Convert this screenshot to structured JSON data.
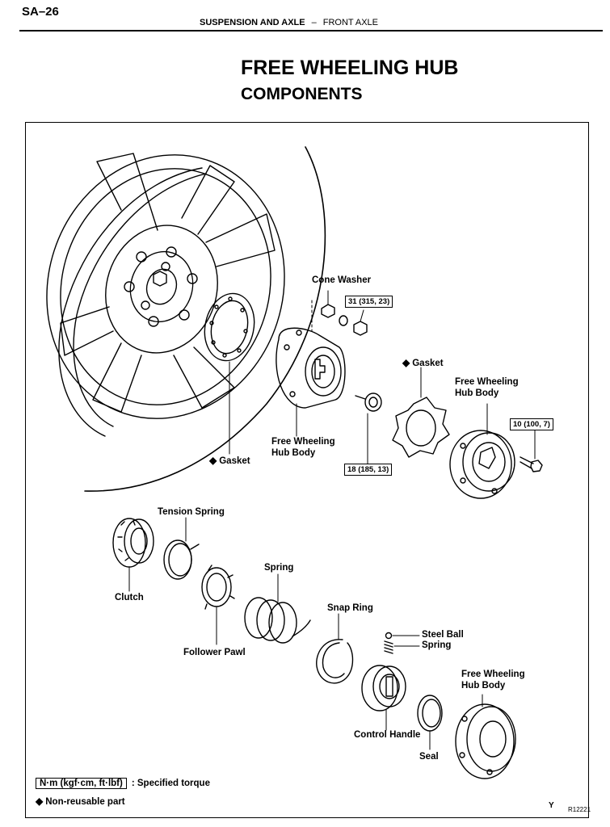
{
  "header": {
    "page_number": "SA–26",
    "section": "SUSPENSION AND AXLE",
    "separator": "–",
    "subsection": "FRONT AXLE"
  },
  "title": "FREE WHEELING HUB",
  "subtitle": "COMPONENTS",
  "diagram": {
    "labels": {
      "cone_washer": "Cone Washer",
      "gasket_upper": "Gasket",
      "free_wheeling_hub_body_right": "Free Wheeling\nHub Body",
      "free_wheeling_hub_body_center": "Free Wheeling\nHub Body",
      "gasket_lower": "Gasket",
      "tension_spring": "Tension Spring",
      "clutch": "Clutch",
      "spring_main": "Spring",
      "follower_pawl": "Follower Pawl",
      "snap_ring": "Snap Ring",
      "steel_ball": "Steel Ball",
      "spring_small": "Spring",
      "free_wheeling_hub_body_lower": "Free Wheeling\nHub Body",
      "control_handle": "Control Handle",
      "seal": "Seal"
    },
    "torque_specs": {
      "nut": "31 (315, 23)",
      "bolt": "10 (100, 7)",
      "stud": "18 (185, 13)"
    },
    "non_reusable_symbol": "◆",
    "figure_code_letter": "Y",
    "figure_code": "R12221"
  },
  "legend": {
    "torque_unit": "N·m (kgf·cm, ft·lbf)",
    "torque_text": ": Specified torque",
    "non_reusable_symbol": "◆",
    "non_reusable_text": "Non-reusable part"
  }
}
